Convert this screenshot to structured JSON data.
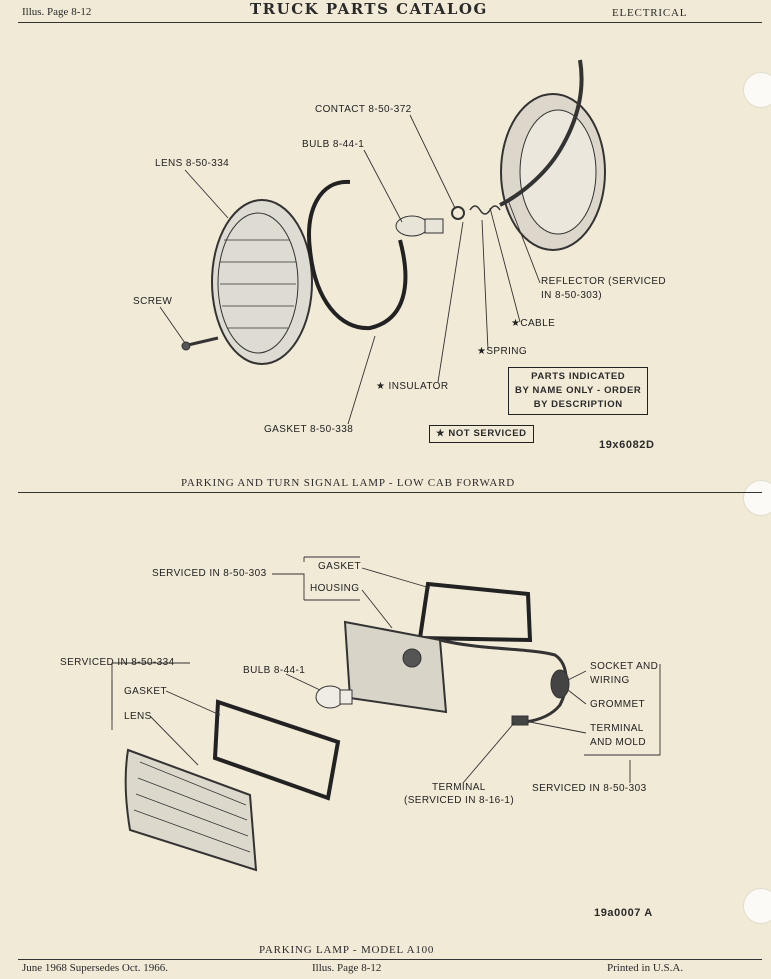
{
  "header": {
    "left": "Illus. Page 8-12",
    "title": "TRUCK PARTS CATALOG",
    "right": "ELECTRICAL"
  },
  "figure1": {
    "labels": {
      "contact": "CONTACT 8-50-372",
      "bulb": "BULB 8-44-1",
      "lens": "LENS 8-50-334",
      "screw": "SCREW",
      "reflector_line1": "REFLECTOR (SERVICED",
      "reflector_line2": "IN 8-50-303)",
      "cable": "★CABLE",
      "spring": "★SPRING",
      "insulator": "★ INSULATOR",
      "gasket": "GASKET 8-50-338"
    },
    "note_line1": "PARTS INDICATED",
    "note_line2": "BY NAME ONLY - ORDER",
    "note_line3": "BY DESCRIPTION",
    "not_serviced": "★ NOT SERVICED",
    "drawing_number": "19x6082D",
    "caption": "PARKING AND TURN SIGNAL LAMP - LOW CAB FORWARD"
  },
  "figure2": {
    "labels": {
      "serviced_303_top": "SERVICED IN 8-50-303",
      "gasket_top": "GASKET",
      "housing": "HOUSING",
      "serviced_334": "SERVICED IN 8-50-334",
      "bulb": "BULB 8-44-1",
      "gasket_left": "GASKET",
      "lens": "LENS",
      "socket_line1": "SOCKET AND",
      "socket_line2": "WIRING",
      "grommet": "GROMMET",
      "terminal_mold_line1": "TERMINAL",
      "terminal_mold_line2": "AND MOLD",
      "terminal_line1": "TERMINAL",
      "terminal_line2": "(SERVICED IN 8-16-1)",
      "serviced_303_bottom": "SERVICED IN 8-50-303"
    },
    "drawing_number": "19a0007 A",
    "caption": "PARKING LAMP - MODEL A100"
  },
  "footer": {
    "left": "June 1968 Supersedes Oct. 1966.",
    "center": "Illus. Page 8-12",
    "right": "Printed in U.S.A."
  },
  "colors": {
    "paper": "#f1ead7",
    "ink": "#222222"
  }
}
